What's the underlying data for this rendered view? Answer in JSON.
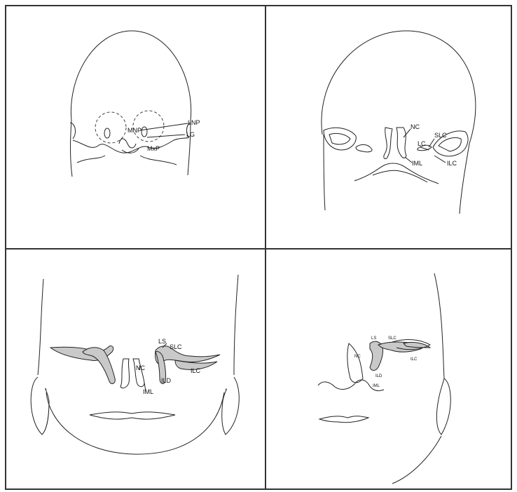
{
  "panels": [
    {
      "labels": {
        "lnp": "LNP",
        "mnp": "MNP",
        "lg": "LG",
        "maxp": "MxP"
      }
    },
    {
      "labels": {
        "nc": "NC",
        "slc": "SLC",
        "lc": "LC",
        "ilc": "ILC",
        "iml": "IML"
      }
    },
    {
      "labels": {
        "ls": "LS",
        "slc": "SLC",
        "nc": "NC",
        "ilc": "ILC",
        "ild": "ILD",
        "iml": "IML"
      }
    },
    {
      "labels": {
        "ls": "LS",
        "slc": "SLC",
        "nc": "NC",
        "ilc": "ILC",
        "ild": "ILD",
        "iml": "IML"
      }
    }
  ]
}
